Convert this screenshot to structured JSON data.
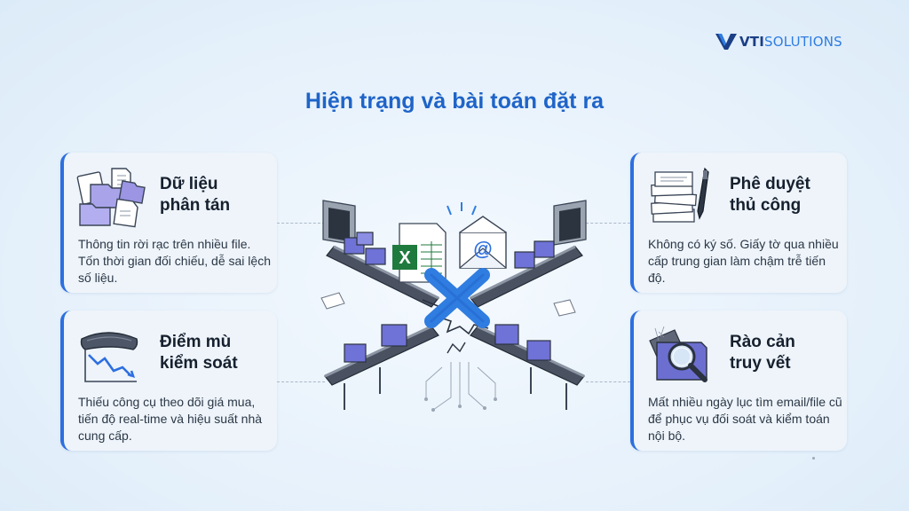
{
  "brand": {
    "logo_bold": "VTI",
    "logo_light": "SOLUTIONS"
  },
  "page": {
    "title": "Hiện trạng và bài toán đặt ra"
  },
  "cards": {
    "scattered_data": {
      "title_line1": "Dữ liệu",
      "title_line2": "phân tán",
      "text": "Thông tin rời rạc trên nhiều file. Tốn thời gian đối chiếu, dễ sai lệch số liệu.",
      "icon": "scattered-files-icon"
    },
    "control_blindspot": {
      "title_line1": "Điểm mù",
      "title_line2": "kiểm soát",
      "text": "Thiếu công cụ theo dõi giá mua, tiến độ real-time và hiệu suất nhà cung cấp.",
      "icon": "blindfold-chart-icon"
    },
    "manual_approval": {
      "title_line1": "Phê duyệt",
      "title_line2": "thủ công",
      "text": "Không có ký số. Giấy tờ qua nhiều cấp trung gian làm chậm trễ tiến độ.",
      "icon": "paper-stack-pen-icon"
    },
    "traceability_barrier": {
      "title_line1": "Rào cản",
      "title_line2": "truy vết",
      "text": "Mất nhiều ngày lục tìm email/file cũ để phục vụ đối soát và kiểm toán nội bộ.",
      "icon": "magnifier-folder-icon"
    }
  },
  "illustration": {
    "excel_letter": "X",
    "email_symbol": "@",
    "icon": "broken-conveyor-icon"
  },
  "colors": {
    "accent": "#2d6fe0",
    "title": "#1f64c8",
    "card_bg": "#eef4fa",
    "cross": "#2f7de1",
    "excel": "#1f7a3e"
  }
}
